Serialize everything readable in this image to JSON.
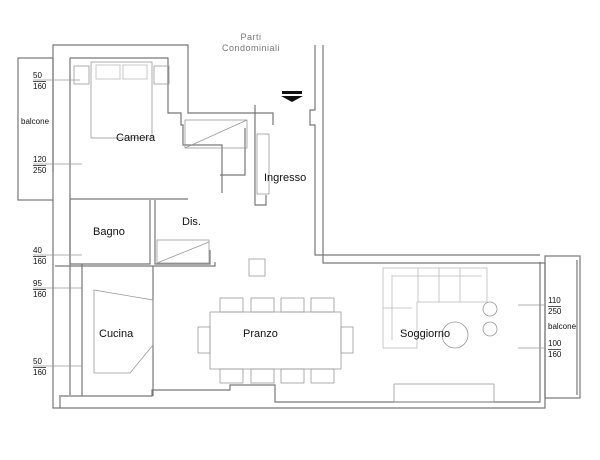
{
  "common_area": {
    "line1": "Parti",
    "line2": "Condominiali"
  },
  "rooms": {
    "camera": "Camera",
    "ingresso": "Ingresso",
    "bagno": "Bagno",
    "dis": "Dis.",
    "cucina": "Cucina",
    "pranzo": "Pranzo",
    "soggiorno": "Soggiorno",
    "balcone_left": "balcone",
    "balcone_right": "balcone"
  },
  "windows": [
    {
      "width": "50",
      "height": "160"
    },
    {
      "width": "120",
      "height": "250"
    },
    {
      "width": "40",
      "height": "160"
    },
    {
      "width": "95",
      "height": "160"
    },
    {
      "width": "50",
      "height": "160"
    },
    {
      "width": "110",
      "height": "250"
    },
    {
      "width": "100",
      "height": "160"
    }
  ],
  "entrance_icon": "entrance-arrow-icon"
}
